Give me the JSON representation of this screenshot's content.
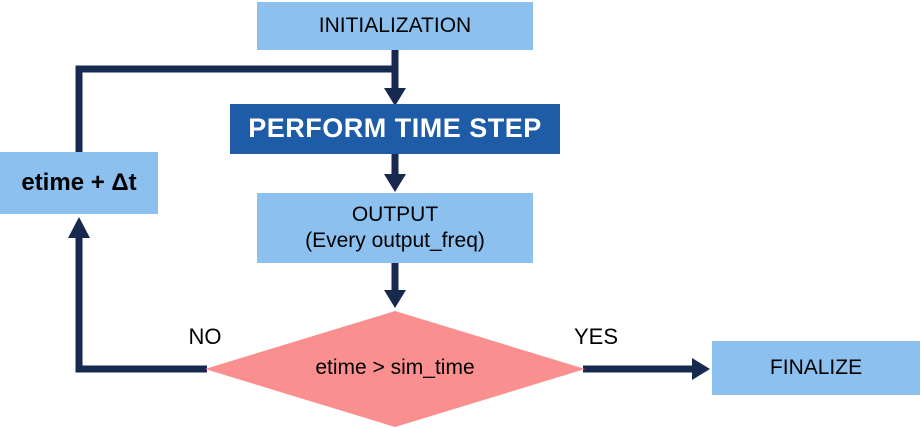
{
  "diagram": {
    "nodes": {
      "initialization": {
        "label": "INITIALIZATION"
      },
      "perform_time_step": {
        "label": "PERFORM TIME STEP"
      },
      "output": {
        "label": "OUTPUT",
        "sublabel": "(Every output_freq)"
      },
      "decision": {
        "label": "etime > sim_time"
      },
      "finalize": {
        "label": "FINALIZE"
      },
      "etime_increment": {
        "label": "etime + Δt"
      }
    },
    "edges": {
      "no_label": "NO",
      "yes_label": "YES"
    },
    "colors": {
      "light_blue": "#8CC0EE",
      "dark_blue": "#1E5CA8",
      "pink": "#FA8F8F",
      "arrow": "#17294E"
    }
  }
}
